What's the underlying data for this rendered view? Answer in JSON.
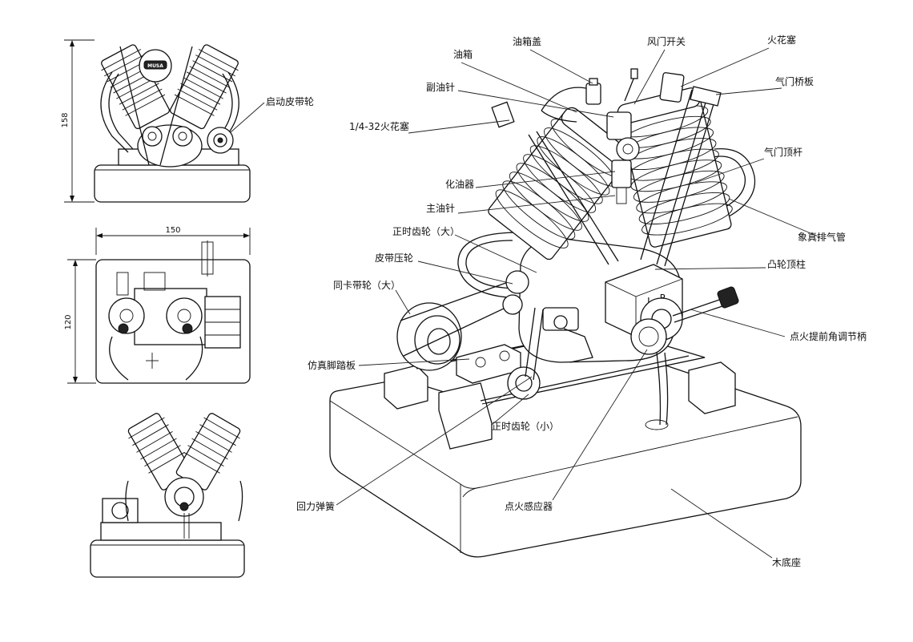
{
  "views": {
    "front": {
      "height_dim": "158",
      "callout": "启动皮带轮",
      "badge": "MUSA"
    },
    "top": {
      "width_dim": "150",
      "depth_dim": "120"
    },
    "side": {}
  },
  "callouts": [
    {
      "id": "fuel-cap",
      "text": "油箱盖"
    },
    {
      "id": "choke-switch",
      "text": "风门开关"
    },
    {
      "id": "spark-plug",
      "text": "火花塞"
    },
    {
      "id": "fuel-tank",
      "text": "油箱"
    },
    {
      "id": "rocker-arm",
      "text": "气门桥板"
    },
    {
      "id": "aux-needle",
      "text": "副油针"
    },
    {
      "id": "spark-plug-thread",
      "text": "1/4-32火花塞"
    },
    {
      "id": "push-rod",
      "text": "气门顶杆"
    },
    {
      "id": "carburetor",
      "text": "化油器"
    },
    {
      "id": "main-needle",
      "text": "主油针"
    },
    {
      "id": "exhaust-pipe",
      "text": "象真排气管"
    },
    {
      "id": "timing-gear-large",
      "text": "正时齿轮（大）"
    },
    {
      "id": "belt-tensioner",
      "text": "皮带压轮"
    },
    {
      "id": "cam-follower",
      "text": "凸轮顶柱"
    },
    {
      "id": "sync-pulley-large",
      "text": "同卡带轮（大）"
    },
    {
      "id": "ignition-advance-lever",
      "text": "点火提前角调节柄"
    },
    {
      "id": "footrest",
      "text": "仿真脚踏板"
    },
    {
      "id": "timing-gear-small",
      "text": "正时齿轮（小）"
    },
    {
      "id": "return-spring",
      "text": "回力弹簧"
    },
    {
      "id": "ignition-sensor",
      "text": "点火感应器"
    },
    {
      "id": "wood-base",
      "text": "木底座"
    }
  ]
}
